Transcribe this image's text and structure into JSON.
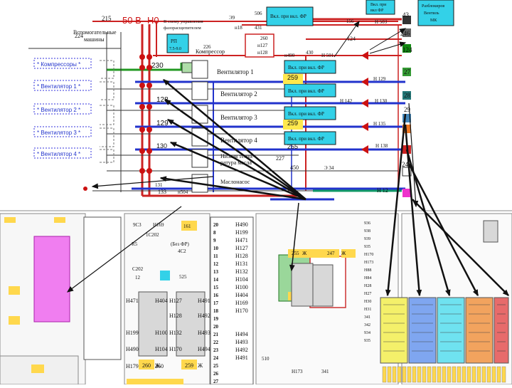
{
  "top": {
    "label_215": "215",
    "label_50v": "50 В",
    "label_n0": "Н0",
    "label_224": "224",
    "label_aux_1": "Вспомогательные",
    "label_aux_2": "машины",
    "label_phase_1": "В схему управления",
    "label_phase_2": "фазорасщепителем",
    "label_e9": "Э9",
    "label_506": "506",
    "label_n18": "н18",
    "label_431": "431",
    "label_156": "156",
    "label_n503": "Н 503",
    "label_43": "43",
    "label_246": "246",
    "label_260": "260",
    "label_124": "124",
    "label_n127": "н127",
    "label_n128": "н128",
    "label_226": "226",
    "label_compressor": "Компрессор",
    "label_230": "230",
    "label_n490": "н490",
    "label_430": "430",
    "label_n501": "Н 501",
    "label_vent1": "Вентилятор 1",
    "label_vent2": "Вентилятор 2",
    "label_vent3": "Вентилятор 3",
    "label_vent4": "Вентилятор 4",
    "label_low_temp_1": "Низкая темпе-",
    "label_low_temp_2": "ратура масла",
    "label_oil_pump": "Маслонасос",
    "label_128": "128",
    "label_129": "129",
    "label_130": "130",
    "label_131": "131",
    "label_133": "133",
    "label_450": "450",
    "label_227": "227",
    "label_e34": "Э 34",
    "label_n504": "н504",
    "label_n12": "Н 12",
    "label_27": "27",
    "label_28": "28",
    "label_29": "29",
    "label_24": "24",
    "label_n129": "Н 129",
    "label_n130": "Н 130",
    "label_n135": "Н 135",
    "label_n138": "Н 138",
    "label_n142": "Н 142",
    "label_259": "259",
    "label_255": "255"
  },
  "callouts": {
    "vkl_pf": "Вкл. при вкл. ФР",
    "rp_1": "РП",
    "rp_2": "7.5-9.0",
    "top_right_1": "Вкл. при",
    "top_right_2": "вкл ФР",
    "mk_1": "Разблокиров",
    "mk_2": "Вентиль",
    "mk_3": "МК"
  },
  "side_labels": [
    "* Компрессоры *",
    "* Вентилятор 1 *",
    "* Вентилятор 2 *",
    "* Вентилятор 3 *",
    "* Вентилятор 4 *"
  ],
  "panel_mid": {
    "items": [
      "9С3",
      "Н169",
      "161",
      "1С202",
      "R5",
      "(Без ФР)",
      "4С2",
      "С202",
      "12",
      "525"
    ],
    "left_col": [
      "Н471",
      "Н199",
      "Н490",
      "Н179"
    ],
    "left_col_r": [
      "Н404",
      "Н100",
      "Н104",
      "260"
    ],
    "right_col": [
      "Н127",
      "Н128",
      "Н132",
      "Н170"
    ],
    "right_col_r": [
      "Н491",
      "Н492",
      "Н493",
      "Н494"
    ],
    "bot_labels": [
      "260",
      "Ж",
      "259",
      "Ж"
    ]
  },
  "panel_list": {
    "nums": [
      "20",
      "8",
      "9",
      "10",
      "11",
      "12",
      "13",
      "14",
      "15",
      "16",
      "17",
      "18",
      "19",
      "20",
      "21",
      "22",
      "23",
      "24",
      "25",
      "26",
      "27"
    ],
    "codes": [
      "Н490",
      "Н199",
      "Н471",
      "Н127",
      "Н128",
      "Н131",
      "Н132",
      "Н104",
      "Н100",
      "Н404",
      "Н169",
      "Н170",
      "",
      "",
      "Н494",
      "Н493",
      "Н492",
      "Н491",
      "",
      "",
      ""
    ]
  },
  "panel_right_small": {
    "codes": [
      "936",
      "938",
      "939",
      "935",
      "Н170",
      "Н173",
      "Н88",
      "Н84",
      "Н28",
      "Н27",
      "Н30",
      "Н31",
      "341",
      "342",
      "934",
      "935"
    ],
    "labels": [
      "255",
      "Ж",
      "247",
      "Ж",
      "510",
      "Н173",
      "341"
    ]
  },
  "bottom_colors": {
    "yellow": "#f4f06a",
    "blue": "#7fa6f0",
    "cyan": "#6fe2f0",
    "orange": "#f2a35e",
    "red": "#e76b6b",
    "magenta": "#f07ef0",
    "green": "#9ad79a"
  }
}
